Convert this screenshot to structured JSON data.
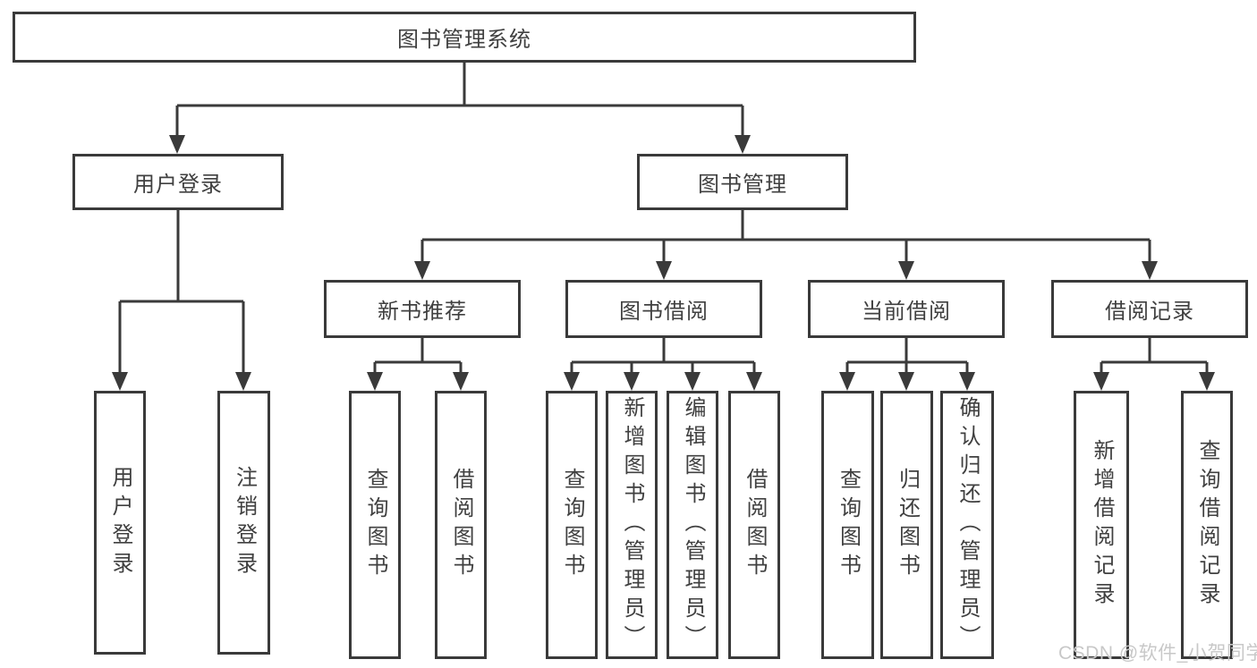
{
  "colors": {
    "border": "#3a3a3a",
    "text": "#404040",
    "watermark": "#c8c8c8",
    "bg": "#ffffff"
  },
  "tree": {
    "label": "图书管理系统",
    "children": [
      {
        "label": "用户登录",
        "children": [
          {
            "label": "用户登录"
          },
          {
            "label": "注销登录"
          }
        ]
      },
      {
        "label": "图书管理",
        "children": [
          {
            "label": "新书推荐",
            "children": [
              {
                "label": "查询图书"
              },
              {
                "label": "借阅图书"
              }
            ]
          },
          {
            "label": "图书借阅",
            "children": [
              {
                "label": "查询图书"
              },
              {
                "label": "新增图书（管理员）"
              },
              {
                "label": "编辑图书（管理员）"
              },
              {
                "label": "借阅图书"
              }
            ]
          },
          {
            "label": "当前借阅",
            "children": [
              {
                "label": "查询图书"
              },
              {
                "label": "归还图书"
              },
              {
                "label": "确认归还（管理员）"
              }
            ]
          },
          {
            "label": "借阅记录",
            "children": [
              {
                "label": "新增借阅记录"
              },
              {
                "label": "查询借阅记录"
              }
            ]
          }
        ]
      }
    ]
  },
  "watermark": {
    "text": "CSDN @软件_小贺同学"
  }
}
